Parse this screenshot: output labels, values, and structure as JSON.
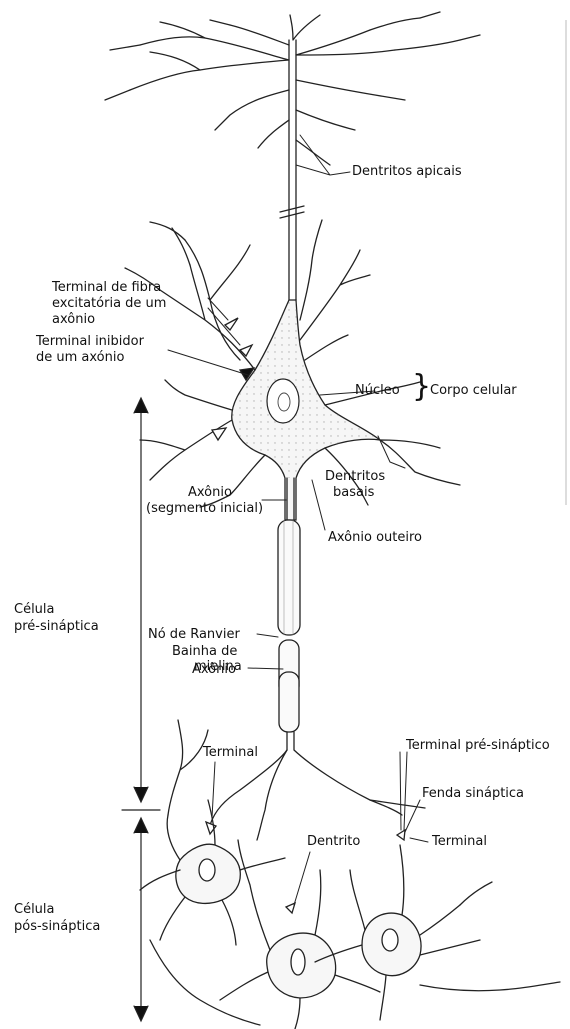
{
  "labels": {
    "dentritos_apicais": "Dentritos apicais",
    "terminal_fibra_1": "Terminal de fibra",
    "terminal_fibra_2": "excitatória de um",
    "terminal_fibra_3": "axônio",
    "terminal_inibidor_1": "Terminal inibidor",
    "terminal_inibidor_2": "de um axónio",
    "nucleo": "Núcleo",
    "corpo_celular": "Corpo celular",
    "dentritos_basais_1": "Dentritos",
    "dentritos_basais_2": "basais",
    "axonio_inicial_1": "Axônio",
    "axonio_inicial_2": "(segmento inicial)",
    "axonio_outeiro": "Axônio outeiro",
    "celula_pre_1": "Célula",
    "celula_pre_2": "pré-sináptica",
    "no_ranvier": "Nó de Ranvier",
    "bainha_1": "Bainha de",
    "bainha_2": "mielina",
    "axonio": "Axônio",
    "terminal_left": "Terminal",
    "terminal_pre": "Terminal pré-sináptico",
    "fenda": "Fenda sináptica",
    "terminal_right": "Terminal",
    "dentrito": "Dentrito",
    "celula_pos_1": "Célula",
    "celula_pos_2": "pós-sináptica"
  }
}
